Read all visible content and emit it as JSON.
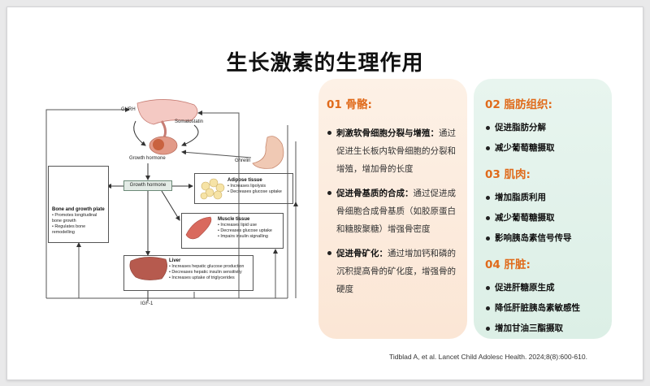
{
  "slide": {
    "title": "生长激素的生理作用"
  },
  "diagram": {
    "labels": {
      "ghrh": "GHRH",
      "somatostatin": "Somatostatin",
      "growth_hormone_pituitary": "Growth hormone",
      "ghrelin": "Ghrelin",
      "growth_hormone_box": "Growth hormone",
      "igf1": "IGF-1"
    },
    "bone": {
      "title": "Bone and growth plate",
      "items": [
        "Promotes longitudinal bone growth",
        "Regulates bone remodelling"
      ]
    },
    "adipose": {
      "title": "Adipose tissue",
      "items": [
        "Increases lipolysis",
        "Decreases glucose uptake"
      ]
    },
    "muscle": {
      "title": "Muscle tissue",
      "items": [
        "Increases lipid use",
        "Decreases glucose uptake",
        "Impairs insulin signalling"
      ]
    },
    "liver": {
      "title": "Liver",
      "items": [
        "Increases hepatic glucose production",
        "Decreases hepatic insulin sensitivity",
        "Increases uptake of triglycerides"
      ]
    }
  },
  "bone_panel": {
    "title": "01 骨骼:",
    "items": [
      {
        "bold": "刺激软骨细胞分裂与增殖：",
        "text": "通过促进生长板内软骨细胞的分裂和增殖，增加骨的长度"
      },
      {
        "bold": "促进骨基质的合成：",
        "text": "通过促进成骨细胞合成骨基质（如胶原蛋白和糖胺聚糖）增强骨密度"
      },
      {
        "bold": "促进骨矿化：",
        "text": "通过增加钙和磷的沉积提高骨的矿化度，增强骨的硬度"
      }
    ]
  },
  "other_panel": {
    "sections": [
      {
        "title": "02 脂肪组织:",
        "items": [
          "促进脂肪分解",
          "减少葡萄糖摄取"
        ]
      },
      {
        "title": "03 肌肉:",
        "items": [
          "增加脂质利用",
          "减少葡萄糖摄取",
          "影响胰岛素信号传导"
        ]
      },
      {
        "title": "04 肝脏:",
        "items": [
          "促进肝糖原生成",
          "降低肝脏胰岛素敏感性",
          "增加甘油三酯摄取"
        ]
      }
    ]
  },
  "citation": "Tidblad A, et al. Lancet Child Adolesc Health. 2024;8(8):600-610.",
  "colors": {
    "accent_orange": "#e06a1a",
    "panel_left_bg": "#fdf1e6",
    "panel_right_bg": "#e8f5ef"
  }
}
